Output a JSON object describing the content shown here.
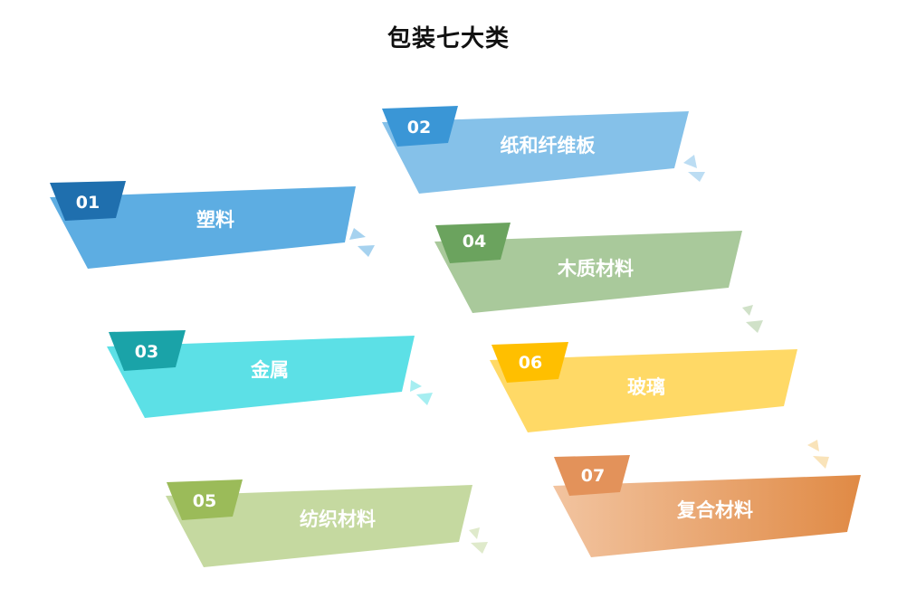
{
  "title": "包装七大类",
  "items": [
    {
      "num": "01",
      "label": "塑料",
      "color": "#5DADE2",
      "tab_color": "#1F6FAE",
      "deco_color": "#5DADE2"
    },
    {
      "num": "02",
      "label": "纸和纤维板",
      "color": "#85C1E9",
      "tab_color": "#3A96D6",
      "deco_color": "#85C1E9"
    },
    {
      "num": "03",
      "label": "金属",
      "color": "#5CE0E6",
      "tab_color": "#1AA3A8",
      "deco_color": "#5CE0E6"
    },
    {
      "num": "04",
      "label": "木质材料",
      "color": "#A9C99B",
      "tab_color": "#6BA35E",
      "deco_color": "#A9C99B"
    },
    {
      "num": "05",
      "label": "纺织材料",
      "color": "#C5D9A0",
      "tab_color": "#9BBB59",
      "deco_color": "#C5D9A0"
    },
    {
      "num": "06",
      "label": "玻璃",
      "color": "#FFD966",
      "tab_color": "#FFBF00",
      "deco_color": "#FFD966"
    },
    {
      "num": "07",
      "label": "复合材料",
      "color_start": "#F2C4A0",
      "color_end": "#E08A45",
      "tab_color": "#E3925A",
      "deco_color": "#F5D08A"
    }
  ]
}
